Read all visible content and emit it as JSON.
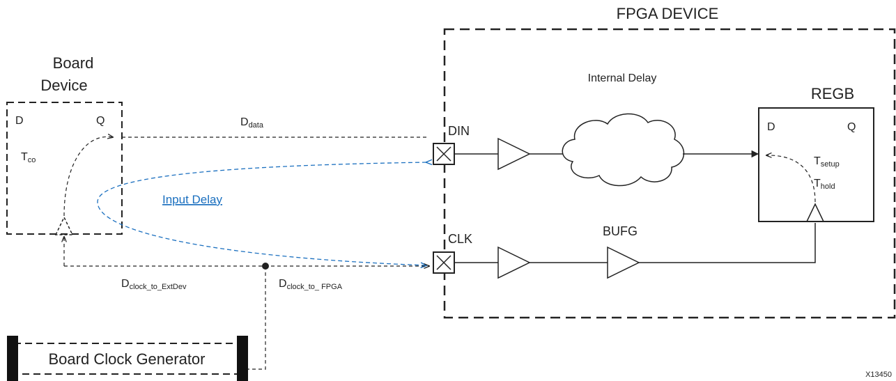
{
  "fpga": {
    "title": "FPGA DEVICE"
  },
  "board_device": {
    "line1": "Board",
    "line2": "Device",
    "d": "D",
    "q": "Q",
    "tco_main": "T",
    "tco_sub": "co"
  },
  "regb": {
    "title": "REGB",
    "d": "D",
    "q": "Q",
    "tsetup_main": "T",
    "tsetup_sub": "setup",
    "thold_main": "T",
    "thold_sub": "hold"
  },
  "internal_delay": "Internal Delay",
  "din": "DIN",
  "clk": "CLK",
  "bufg": "BUFG",
  "ddata": {
    "main": "D",
    "sub": "data"
  },
  "dclock_ext": {
    "main": "D",
    "sub": "clock_to_ExtDev"
  },
  "dclock_fpga": {
    "main": "D",
    "sub": "clock_to_ FPGA"
  },
  "input_delay": "Input Delay",
  "clock_gen": "Board Clock Generator",
  "figure_id": "X13450",
  "colors": {
    "line": "#222222",
    "input_delay": "#1a6fbf"
  }
}
